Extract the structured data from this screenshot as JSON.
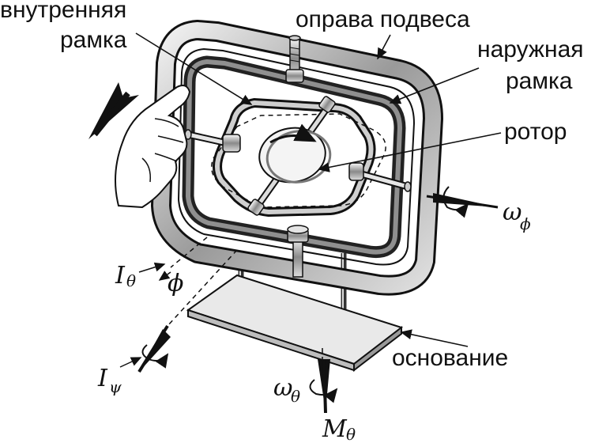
{
  "labels": {
    "inner_frame_1": "внутренняя",
    "inner_frame_2": "рамка",
    "suspension": "оправа подвеса",
    "outer_frame_1": "наружная",
    "outer_frame_2": "рамка",
    "rotor": "ротор",
    "base": "основание"
  },
  "symbols": {
    "omega_phi": {
      "main": "ω",
      "sub": "ϕ"
    },
    "I_theta": {
      "main": "I",
      "sub": "θ"
    },
    "phi": "ϕ",
    "I_psi": {
      "main": "I",
      "sub": "ψ"
    },
    "omega_theta": {
      "main": "ω",
      "sub": "θ"
    },
    "M_theta": {
      "main": "M",
      "sub": "θ"
    }
  },
  "colors": {
    "ink": "#111111",
    "metal_dark": "#555555",
    "metal_light": "#d8d8d8",
    "base_fill": "#e6e6e6"
  }
}
